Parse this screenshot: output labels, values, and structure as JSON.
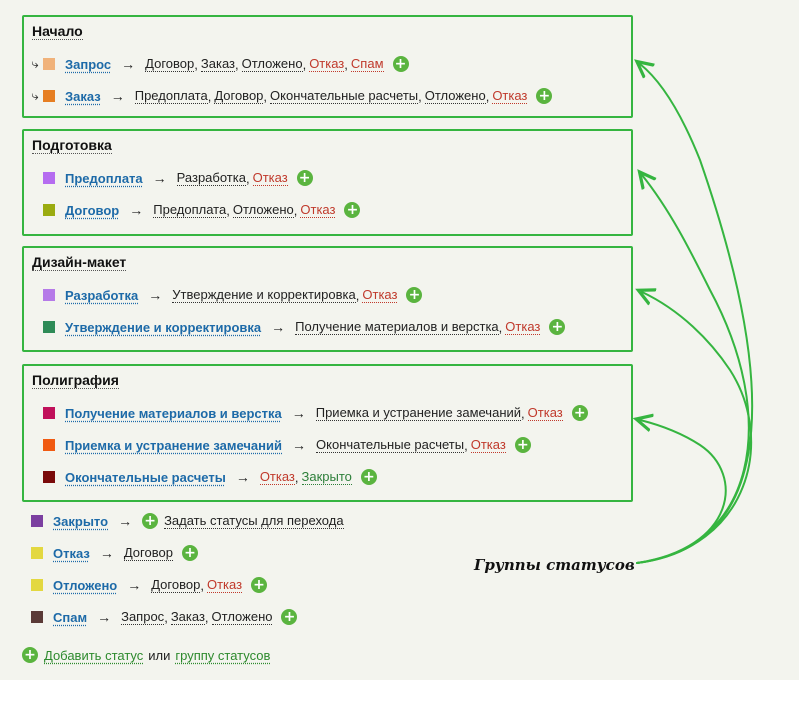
{
  "groups": [
    {
      "title": "Начало",
      "rows": [
        {
          "marker": "⤷",
          "color": "#f0b27a",
          "name": "Запрос",
          "targets": [
            {
              "t": "Договор",
              "c": "n"
            },
            {
              "t": "Заказ",
              "c": "n"
            },
            {
              "t": "Отложено",
              "c": "n"
            },
            {
              "t": "Отказ",
              "c": "r"
            },
            {
              "t": "Спам",
              "c": "r"
            }
          ]
        },
        {
          "marker": "⤷",
          "color": "#e67e22",
          "name": "Заказ",
          "targets": [
            {
              "t": "Предоплата",
              "c": "n"
            },
            {
              "t": "Договор",
              "c": "n"
            },
            {
              "t": "Окончательные расчеты",
              "c": "n"
            },
            {
              "t": "Отложено",
              "c": "n"
            },
            {
              "t": "Отказ",
              "c": "r"
            }
          ]
        }
      ]
    },
    {
      "title": "Подготовка",
      "rows": [
        {
          "marker": "",
          "color": "#b56cf0",
          "name": "Предоплата",
          "targets": [
            {
              "t": "Разработка",
              "c": "n"
            },
            {
              "t": "Отказ",
              "c": "r"
            }
          ]
        },
        {
          "marker": "",
          "color": "#9aab10",
          "name": "Договор",
          "targets": [
            {
              "t": "Предоплата",
              "c": "n"
            },
            {
              "t": "Отложено",
              "c": "n"
            },
            {
              "t": "Отказ",
              "c": "r"
            }
          ]
        }
      ]
    },
    {
      "title": "Дизайн-макет",
      "rows": [
        {
          "marker": "",
          "color": "#b57ae8",
          "name": "Разработка",
          "targets": [
            {
              "t": "Утверждение и корректировка",
              "c": "n"
            },
            {
              "t": "Отказ",
              "c": "r"
            }
          ]
        },
        {
          "marker": "",
          "color": "#2e8b57",
          "name": "Утверждение и корректировка",
          "targets": [
            {
              "t": "Получение материалов и верстка",
              "c": "n"
            },
            {
              "t": "Отказ",
              "c": "r"
            }
          ]
        }
      ]
    },
    {
      "title": "Полиграфия",
      "rows": [
        {
          "marker": "",
          "color": "#c0105a",
          "name": "Получение материалов и верстка",
          "targets": [
            {
              "t": "Приемка и устранение замечаний",
              "c": "n"
            },
            {
              "t": "Отказ",
              "c": "r"
            }
          ]
        },
        {
          "marker": "",
          "color": "#f05a12",
          "name": "Приемка и устранение замечаний",
          "targets": [
            {
              "t": "Окончательные расчеты",
              "c": "n"
            },
            {
              "t": "Отказ",
              "c": "r"
            }
          ]
        },
        {
          "marker": "",
          "color": "#7a0a0a",
          "name": "Окончательные расчеты",
          "targets": [
            {
              "t": "Отказ",
              "c": "r"
            },
            {
              "t": "Закрыто",
              "c": "g"
            }
          ]
        }
      ]
    }
  ],
  "ungrouped": [
    {
      "color": "#7b3fa0",
      "name": "Закрыто",
      "targets": [],
      "empty_label": "Задать статусы для перехода"
    },
    {
      "color": "#e3d840",
      "name": "Отказ",
      "targets": [
        {
          "t": "Договор",
          "c": "n"
        }
      ]
    },
    {
      "color": "#e3d840",
      "name": "Отложено",
      "targets": [
        {
          "t": "Договор",
          "c": "n"
        },
        {
          "t": "Отказ",
          "c": "r"
        }
      ]
    },
    {
      "color": "#5a3a36",
      "name": "Спам",
      "targets": [
        {
          "t": "Запрос",
          "c": "n"
        },
        {
          "t": "Заказ",
          "c": "n"
        },
        {
          "t": "Отложено",
          "c": "n"
        }
      ]
    }
  ],
  "footer": {
    "add_status": "Добавить статус",
    "or_text": "или",
    "add_group": "группу статусов"
  },
  "annotation": {
    "label": "Группы статусов",
    "color": "#35b540"
  },
  "icons": {
    "arrow": "→",
    "plus": "+",
    "marker": "curved-arrow-icon"
  }
}
